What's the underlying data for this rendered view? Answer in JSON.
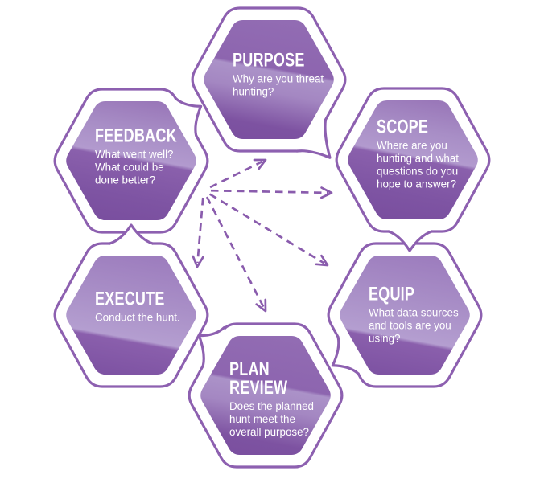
{
  "diagram": {
    "name": "threat-hunting-cycle",
    "steps": [
      {
        "id": "purpose",
        "label": "PURPOSE",
        "description": [
          "Why are you threat",
          "hunting?"
        ]
      },
      {
        "id": "scope",
        "label": "SCOPE",
        "description": [
          "Where are you",
          "hunting and what",
          "questions do you",
          "hope to answer?"
        ]
      },
      {
        "id": "equip",
        "label": "EQUIP",
        "description": [
          "What data sources",
          "and tools are you",
          "using?"
        ]
      },
      {
        "id": "plan-review",
        "label": "PLAN REVIEW",
        "label_lines": [
          "PLAN",
          "REVIEW"
        ],
        "description": [
          "Does the planned",
          "hunt meet the",
          "overall purpose?"
        ]
      },
      {
        "id": "execute",
        "label": "EXECUTE",
        "description": [
          "Conduct the hunt."
        ]
      },
      {
        "id": "feedback",
        "label": "FEEDBACK",
        "description": [
          "What went well?",
          "What could be",
          "done better?"
        ]
      }
    ],
    "flow_order": [
      "purpose",
      "scope",
      "equip",
      "plan-review",
      "execute",
      "feedback"
    ],
    "arrows": {
      "from": "feedback",
      "to": [
        "purpose",
        "scope",
        "equip",
        "plan-review",
        "execute"
      ],
      "style": "dashed"
    },
    "colors": {
      "outline": "#8d60b0",
      "arrow": "#8a5cad",
      "fill_light": "#b29acd",
      "fill_dark": "#7a4f9f",
      "text": "#ffffff",
      "background": "#ffffff"
    }
  }
}
